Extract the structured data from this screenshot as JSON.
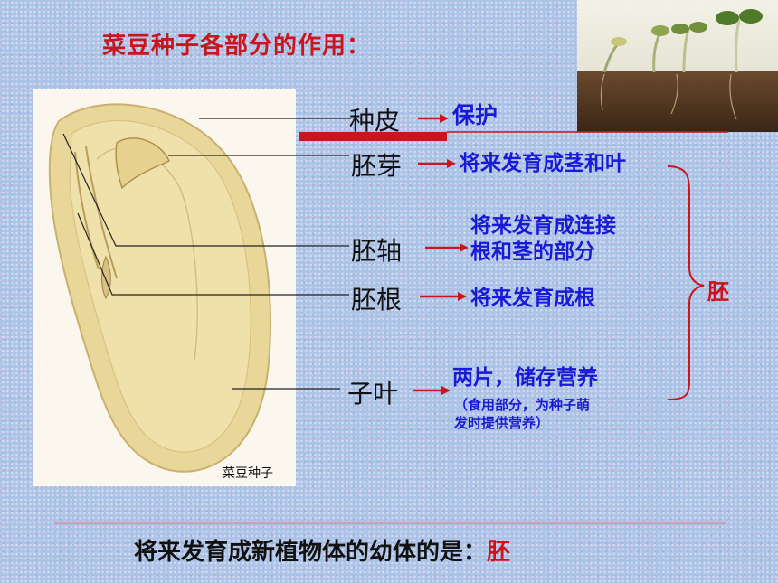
{
  "title": "菜豆种子各部分的作用：",
  "seed_caption": "菜豆种子",
  "parts": [
    {
      "name": "种皮",
      "function": "保护"
    },
    {
      "name": "胚芽",
      "function": "将来发育成茎和叶"
    },
    {
      "name": "胚轴",
      "function_lines": [
        "将来发育成连接",
        "根和茎的部分"
      ]
    },
    {
      "name": "胚根",
      "function": "将来发育成根"
    },
    {
      "name": "子叶",
      "function": "两片，储存营养",
      "note_lines": [
        "（食用部分，为种子萌",
        "发时提供营养）"
      ]
    }
  ],
  "embryo_label": "胚",
  "conclusion": {
    "text": "将来发育成新植物体的幼体的是：",
    "answer": "胚"
  },
  "colors": {
    "title": "#c8161d",
    "function_text": "#1a1ad6",
    "arrow": "#c8161d",
    "answer": "#d0101a"
  }
}
